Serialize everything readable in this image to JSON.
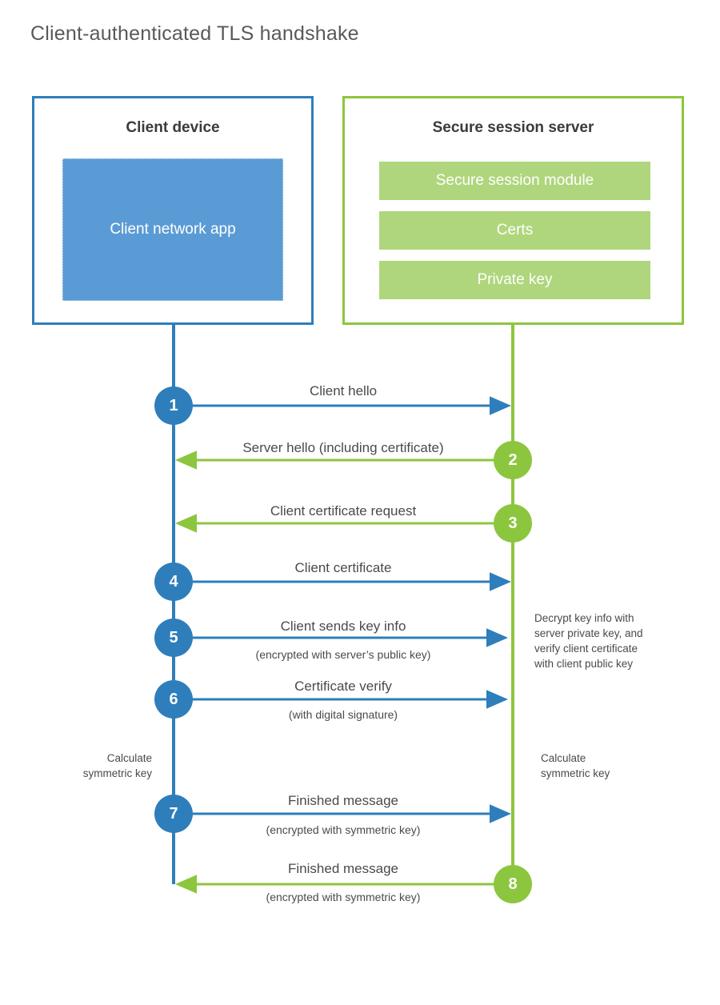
{
  "title": "Client-authenticated TLS handshake",
  "colors": {
    "client_accent": "#2e7ebb",
    "client_app_fill": "#5b9bd5",
    "server_accent": "#8cc63e",
    "server_bar_fill": "#afd67c",
    "text": "#4a4a4a",
    "title_text": "#58595b",
    "background": "#ffffff"
  },
  "client": {
    "title": "Client device",
    "app_label": "Client network app"
  },
  "server": {
    "title": "Secure session server",
    "modules": [
      "Secure session module",
      "Certs",
      "Private key"
    ]
  },
  "steps": [
    {
      "number": "1",
      "label": "Client hello",
      "sublabel": "",
      "direction": "client-to-server",
      "color": "#2e7ebb"
    },
    {
      "number": "2",
      "label": "Server hello (including certificate)",
      "sublabel": "",
      "direction": "server-to-client",
      "color": "#8cc63e"
    },
    {
      "number": "3",
      "label": "Client certificate request",
      "sublabel": "",
      "direction": "server-to-client",
      "color": "#8cc63e"
    },
    {
      "number": "4",
      "label": "Client certificate",
      "sublabel": "",
      "direction": "client-to-server",
      "color": "#2e7ebb"
    },
    {
      "number": "5",
      "label": "Client sends key info",
      "sublabel": "(encrypted with server’s public key)",
      "direction": "client-to-server",
      "color": "#2e7ebb"
    },
    {
      "number": "6",
      "label": "Certificate verify",
      "sublabel": "(with digital signature)",
      "direction": "client-to-server",
      "color": "#2e7ebb"
    },
    {
      "number": "7",
      "label": "Finished message",
      "sublabel": "(encrypted with symmetric key)",
      "direction": "client-to-server",
      "color": "#2e7ebb"
    },
    {
      "number": "8",
      "label": "Finished message",
      "sublabel": "(encrypted with symmetric key)",
      "direction": "server-to-client",
      "color": "#8cc63e"
    }
  ],
  "notes": {
    "server_decrypt": "Decrypt key info with\nserver private key, and\nverify client certificate\nwith client public key",
    "client_calculate": "Calculate\nsymmetric key",
    "server_calculate": "Calculate\nsymmetric key"
  }
}
